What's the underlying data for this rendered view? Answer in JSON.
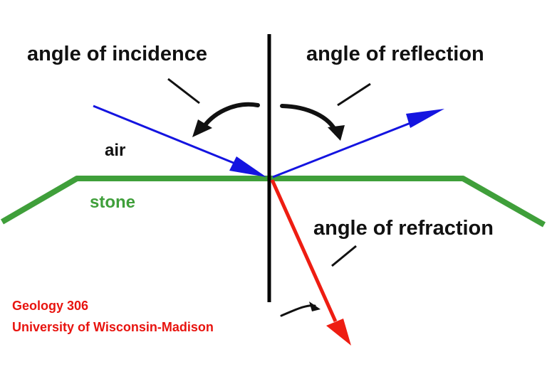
{
  "labels": {
    "incidence": "angle of incidence",
    "reflection": "angle of reflection",
    "refraction": "angle of refraction",
    "air": "air",
    "stone": "stone"
  },
  "credit": {
    "line1": "Geology 306",
    "line2": "University of Wisconsin-Madison"
  },
  "colors": {
    "incident_ray": "#1414e0",
    "reflected_ray": "#1414e0",
    "refracted_ray": "#ee1d12",
    "surface": "#3f9f3a",
    "normal": "#000000",
    "stone_label": "#3f9f3a",
    "credit_text": "#e8140f"
  }
}
